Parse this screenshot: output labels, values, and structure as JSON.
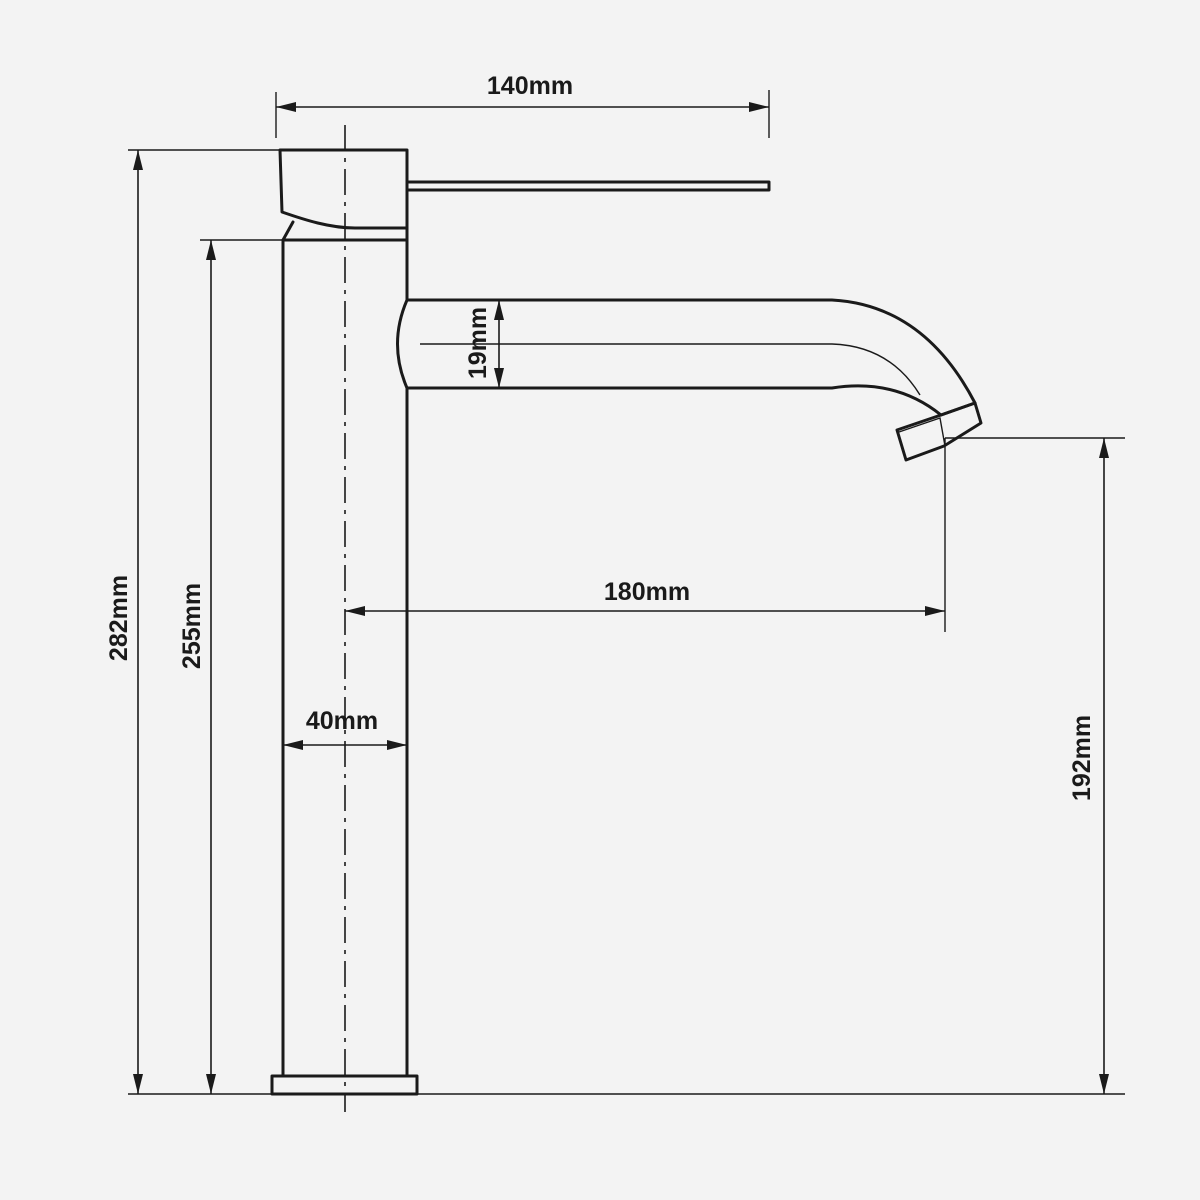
{
  "dimensions": {
    "handle_reach": "140mm",
    "total_height": "282mm",
    "body_height": "255mm",
    "spout_diameter": "19mm",
    "spout_reach": "180mm",
    "body_width": "40mm",
    "spout_clearance": "192mm"
  },
  "colors": {
    "background": "#f3f3f3",
    "line": "#1a1a1a"
  }
}
